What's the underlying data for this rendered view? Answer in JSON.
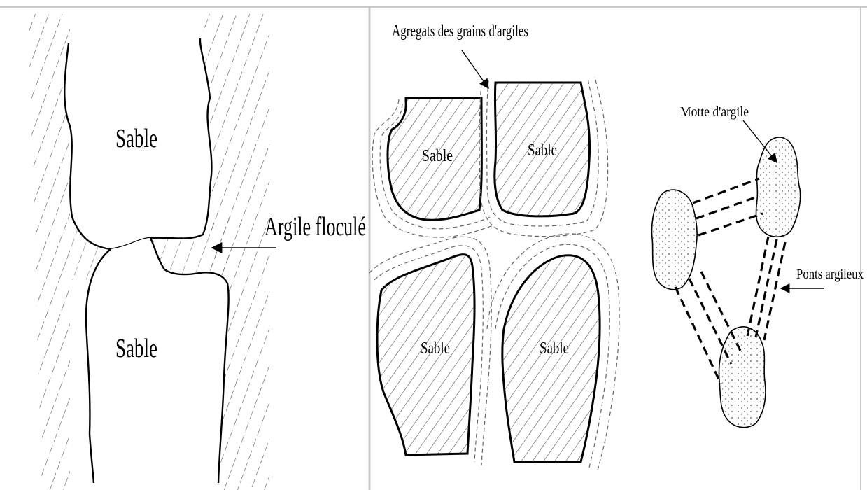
{
  "panel1": {
    "sand_top": "Sable",
    "sand_bottom": "Sable",
    "clay_label": "Argile floculé"
  },
  "panel2": {
    "aggregate_label": "Agregats des grains d'argiles",
    "sand_labels": [
      "Sable",
      "Sable",
      "Sable",
      "Sable"
    ]
  },
  "panel3": {
    "clump_label": "Motte d'argile",
    "bridges_label": "Ponts argileux"
  },
  "colors": {
    "ink": "#000000",
    "hatch": "#555555",
    "dashed": "#666666",
    "divider": "#c8c8c8",
    "clump_fill": "#f2f2f2"
  }
}
